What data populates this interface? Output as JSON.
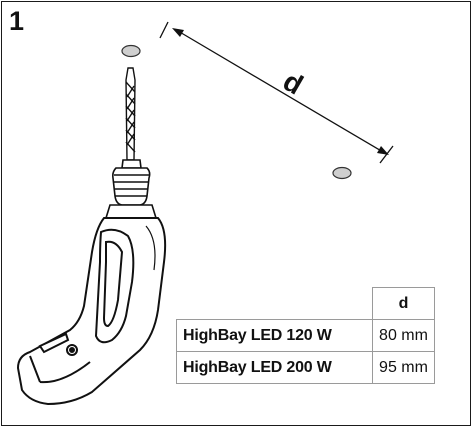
{
  "step": {
    "number": "1"
  },
  "dimension": {
    "label": "d"
  },
  "table": {
    "header": "d",
    "rows": [
      {
        "model": "HighBay LED 120 W",
        "value": "80 mm"
      },
      {
        "model": "HighBay LED 200 W",
        "value": "95 mm"
      }
    ]
  }
}
